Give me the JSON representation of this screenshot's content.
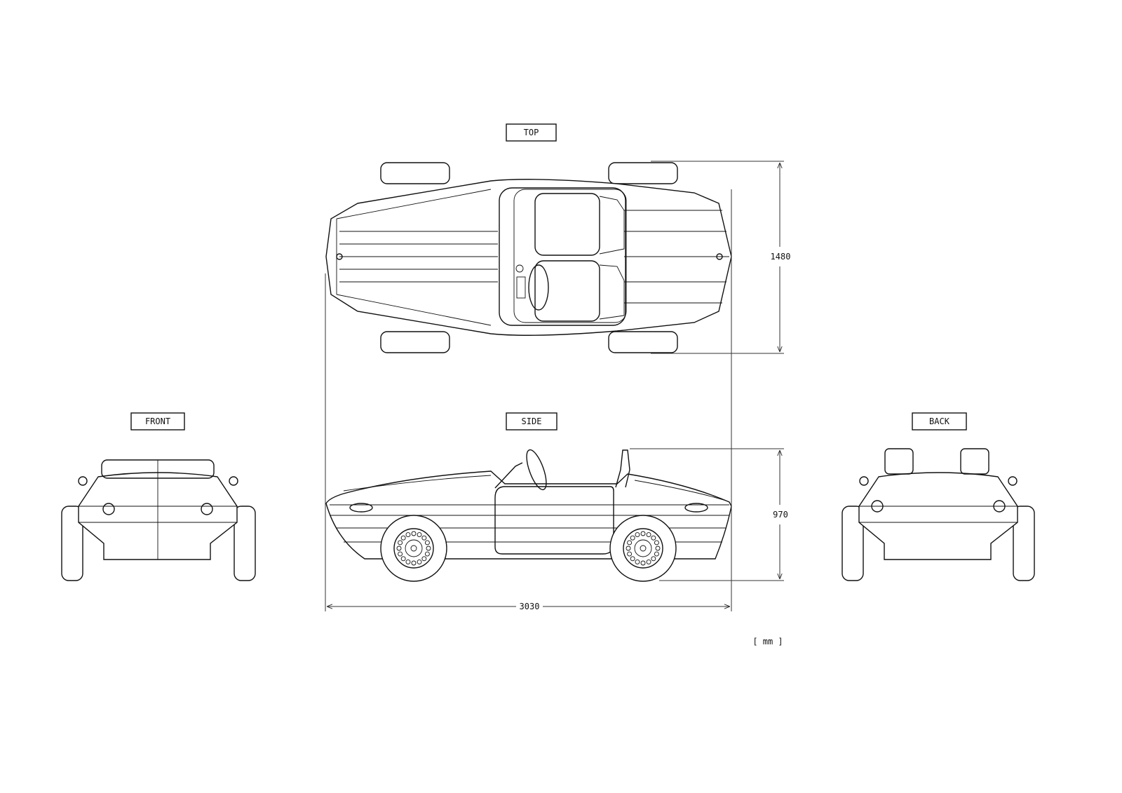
{
  "views": {
    "top": "TOP",
    "front": "FRONT",
    "side": "SIDE",
    "back": "BACK"
  },
  "dimensions": {
    "width": "1480",
    "height": "970",
    "length": "3030"
  },
  "unit": "[ mm ]"
}
